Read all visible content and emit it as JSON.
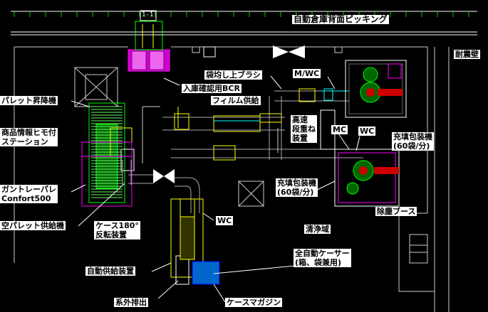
{
  "labels": {
    "back_picking": "自動倉庫背面ピッキング",
    "quake_wall": "耐震壁",
    "bag_brush": "袋均し上ブラシ",
    "mwc": "M/WC",
    "bcr": "入庫確認用BCR",
    "pallet_lift": "パレット昇降機",
    "film_supply": "フィルム供給",
    "high_speed": "高速\n段重ね\n装置",
    "id_station": "商品情報ヒモ付\nステーション",
    "mc": "MC",
    "wc_top": "WC",
    "filler_top": "充填包装機\n(60袋/分)",
    "gantry": "ガントレーパレ\nConfort500",
    "filler_mid": "充填包装機\n(60袋/分)",
    "dust_booth": "除塵ブース",
    "empty_pallet": "空パレット供給機",
    "wc_mid": "WC",
    "case_turn": "ケース180°\n反転装置",
    "clean_area": "清浄域",
    "auto_caser": "全自動ケーサー\n(箱、袋兼用)",
    "auto_feed": "自動供給装置",
    "exhaust": "系外排出",
    "case_magazine": "ケースマガジン",
    "ceiling_tag": "1-1"
  }
}
